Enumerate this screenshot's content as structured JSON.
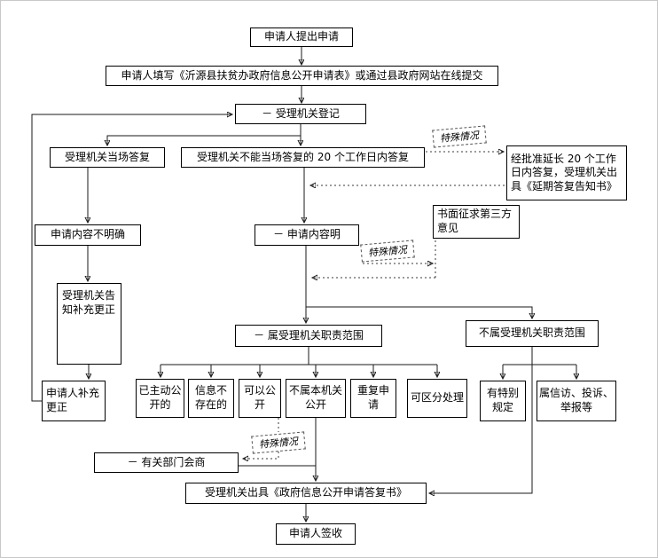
{
  "diagram": {
    "nodes": {
      "submit_application": "申请人提出申请",
      "fill_form": "申请人填写《沂源县扶贫办政府信息公开申请表》或通过县政府网站在线提交",
      "register": "－ 受理机关登记",
      "onsite_reply": "受理机关当场答复",
      "reply_within_20_days": "受理机关不能当场答复的 20 个工作日内答复",
      "special_case_1": "特殊情况",
      "extended_reply": "经批准延长 20 个工作日内答复，受理机关出具《延期答复告知书》",
      "third_party_opinion": "书面征求第三方意见",
      "content_unclear": "申请内容不明确",
      "content_clear": "－ 申请内容明",
      "special_case_2": "特殊情况",
      "notify_supplement": "受理机关告知补充更正",
      "within_scope": "－ 属受理机关职责范围",
      "outside_scope": "不属受理机关职责范围",
      "applicant_supplement": "申请人补充更正",
      "already_disclosed": "已主动公开的",
      "info_not_exist": "信息不存在的",
      "can_disclose": "可以公开",
      "not_this_agency": "不属本机关公开",
      "duplicate_request": "重复申请",
      "separable_handling": "可区分处理",
      "special_provisions": "有特别规定",
      "petition_complaint": "属信访、投诉、举报等",
      "special_case_3": "特殊情况",
      "department_consultation": "－ 有关部门会商",
      "issue_reply_letter": "受理机关出具《政府信息公开申请答复书》",
      "applicant_sign": "申请人签收"
    },
    "colors": {
      "line": "#1a1a1a",
      "box_border": "#000000",
      "background": "#ffffff"
    }
  }
}
